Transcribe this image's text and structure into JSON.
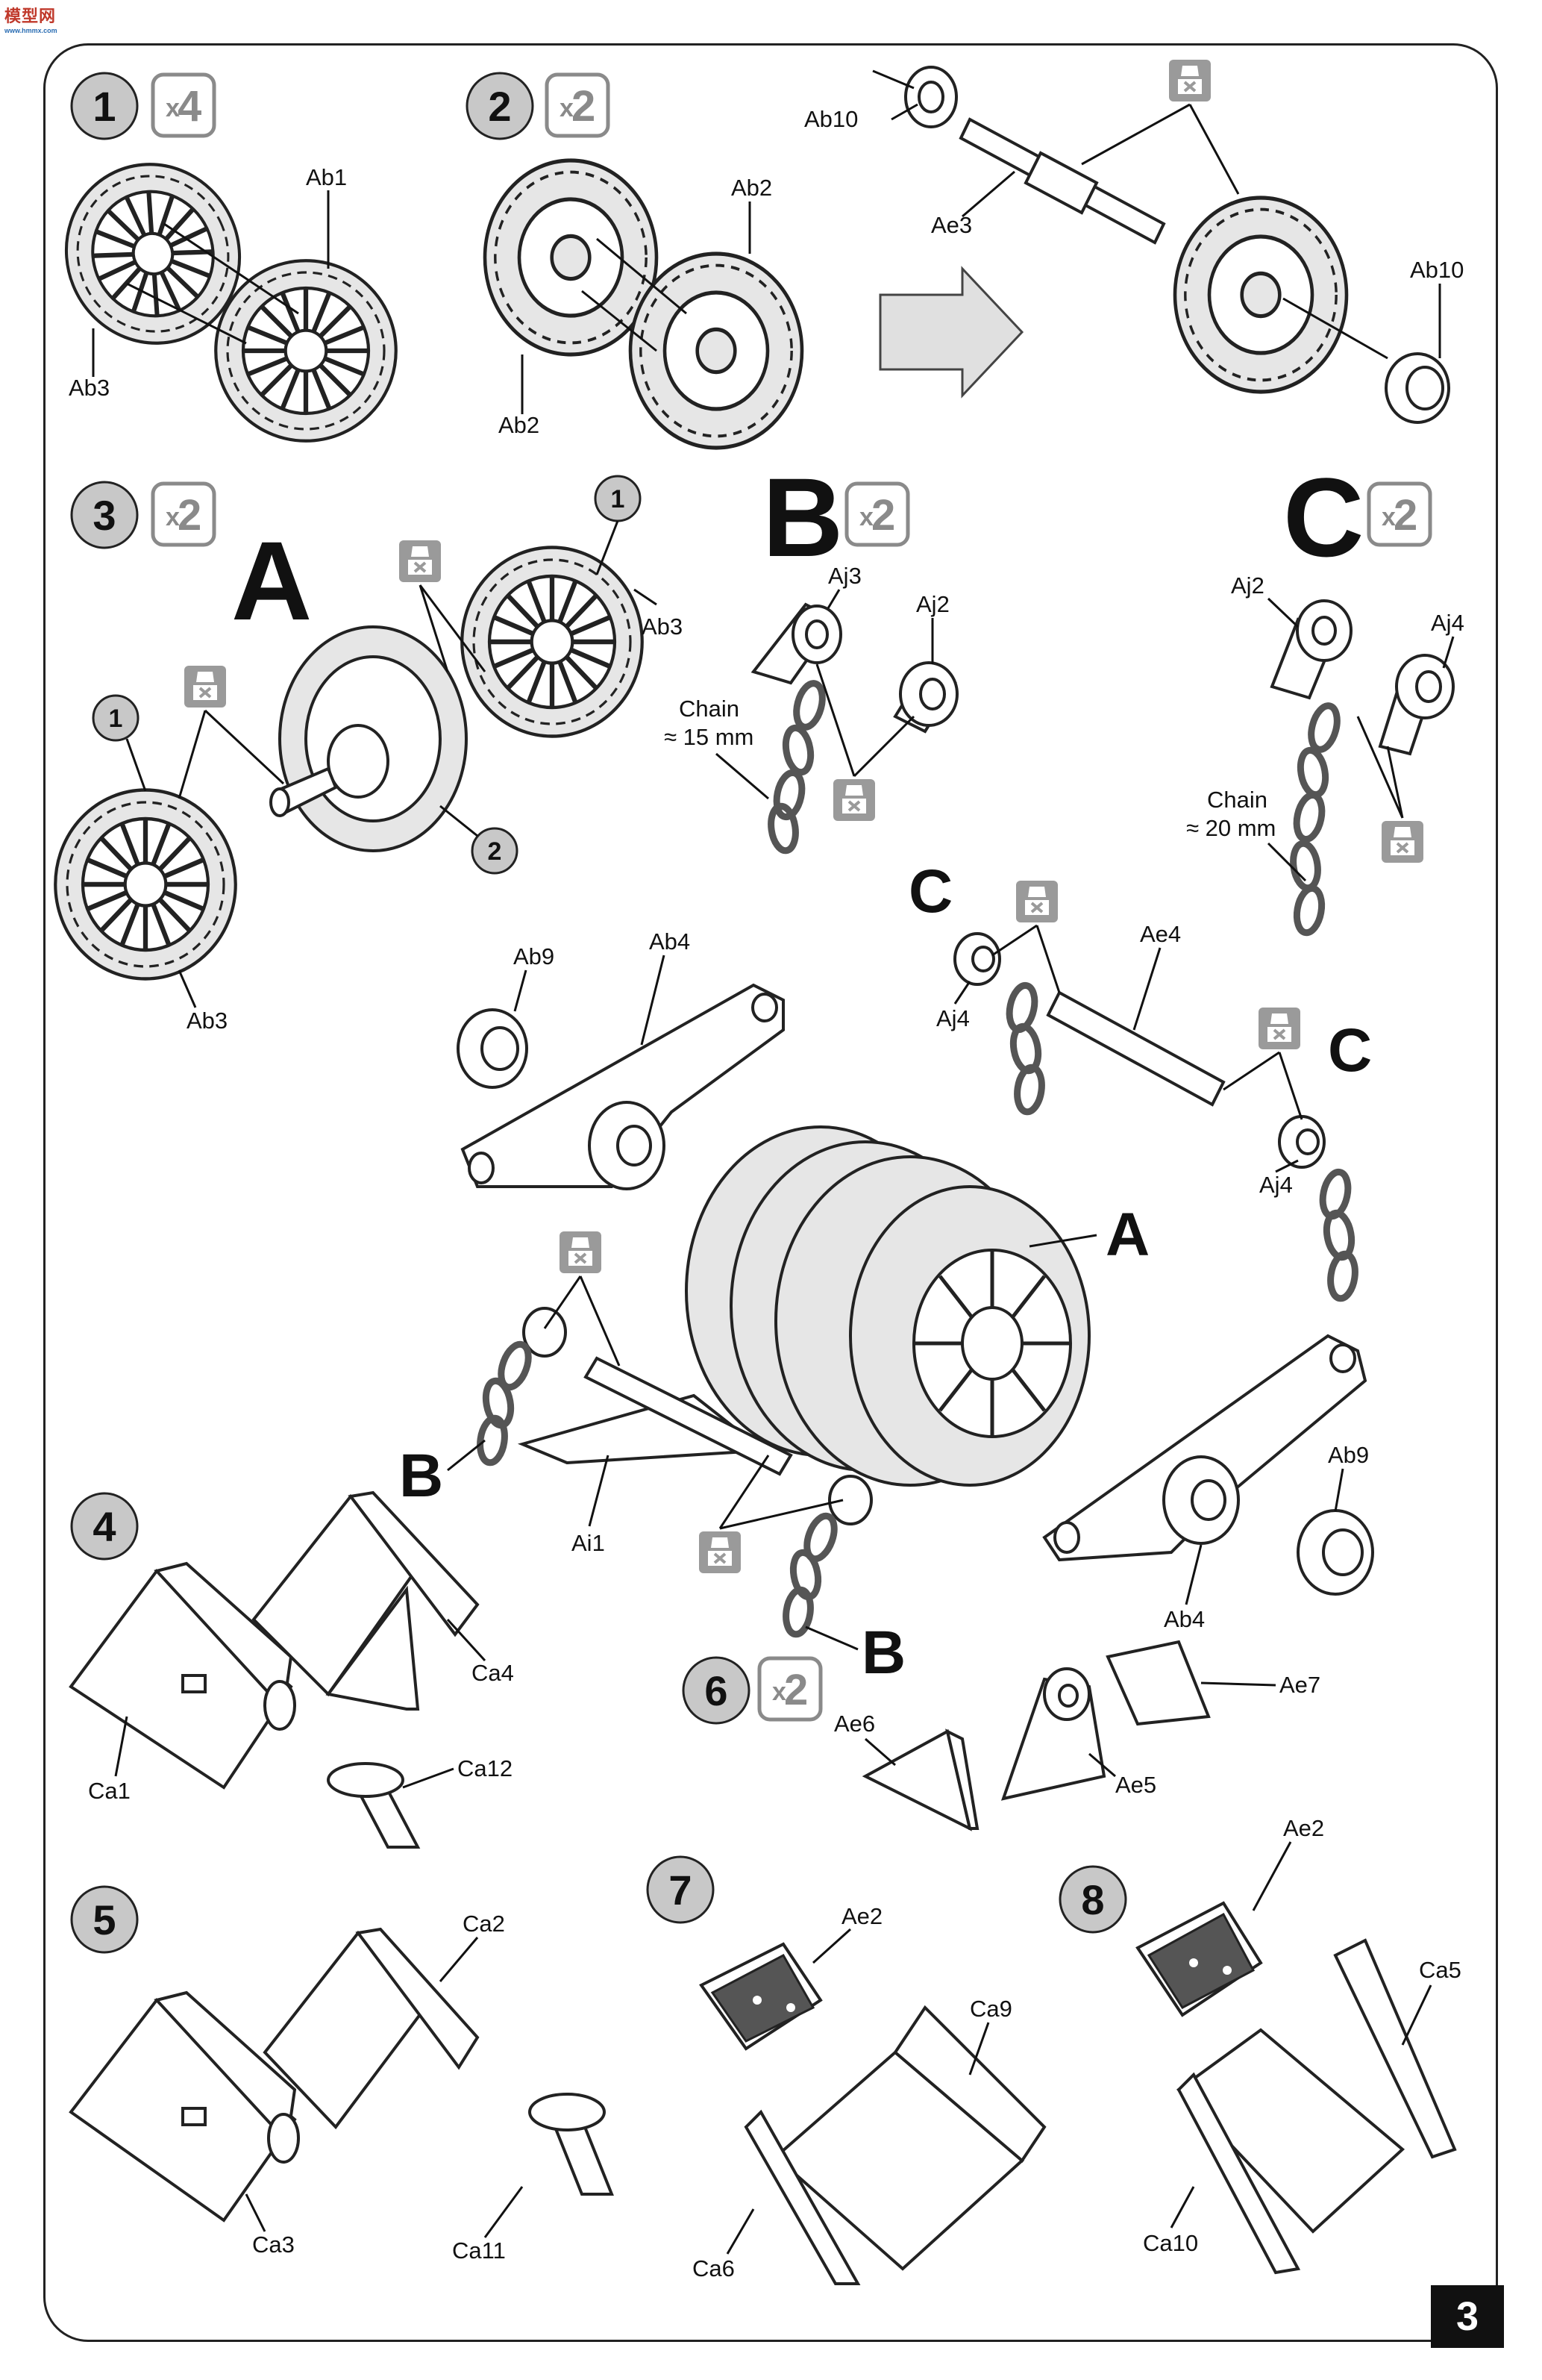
{
  "watermark": {
    "text": "模型网",
    "sub": "www.hmmx.com"
  },
  "page_number": "3",
  "steps": [
    {
      "num": "1",
      "mult": "4"
    },
    {
      "num": "2",
      "mult": "2"
    },
    {
      "num": "3",
      "mult": "2"
    },
    {
      "num": "4"
    },
    {
      "num": "5"
    },
    {
      "num": "6",
      "mult": "2"
    },
    {
      "num": "7"
    },
    {
      "num": "8"
    }
  ],
  "subassemblies": {
    "A": "A",
    "B": "B",
    "C": "C",
    "B_mult": "2",
    "C_mult": "2"
  },
  "chain_b": {
    "line1": "Chain",
    "line2": "≈ 15 mm"
  },
  "chain_c": {
    "line1": "Chain",
    "line2": "≈ 20 mm"
  },
  "callout_one": "1",
  "callout_two": "2",
  "labels": {
    "ab1": "Ab1",
    "ab3": "Ab3",
    "ab2": "Ab2",
    "ab10": "Ab10",
    "ae3": "Ae3",
    "aj2": "Aj2",
    "aj3": "Aj3",
    "aj4": "Aj4",
    "ab4": "Ab4",
    "ab9": "Ab9",
    "ae4": "Ae4",
    "ai1": "Ai1",
    "ca1": "Ca1",
    "ca2": "Ca2",
    "ca3": "Ca3",
    "ca4": "Ca4",
    "ca5": "Ca5",
    "ca6": "Ca6",
    "ca9": "Ca9",
    "ca10": "Ca10",
    "ca11": "Ca11",
    "ca12": "Ca12",
    "ae2": "Ae2",
    "ae5": "Ae5",
    "ae6": "Ae6",
    "ae7": "Ae7"
  },
  "icons": [
    "glue-icon",
    "arrow-icon"
  ]
}
